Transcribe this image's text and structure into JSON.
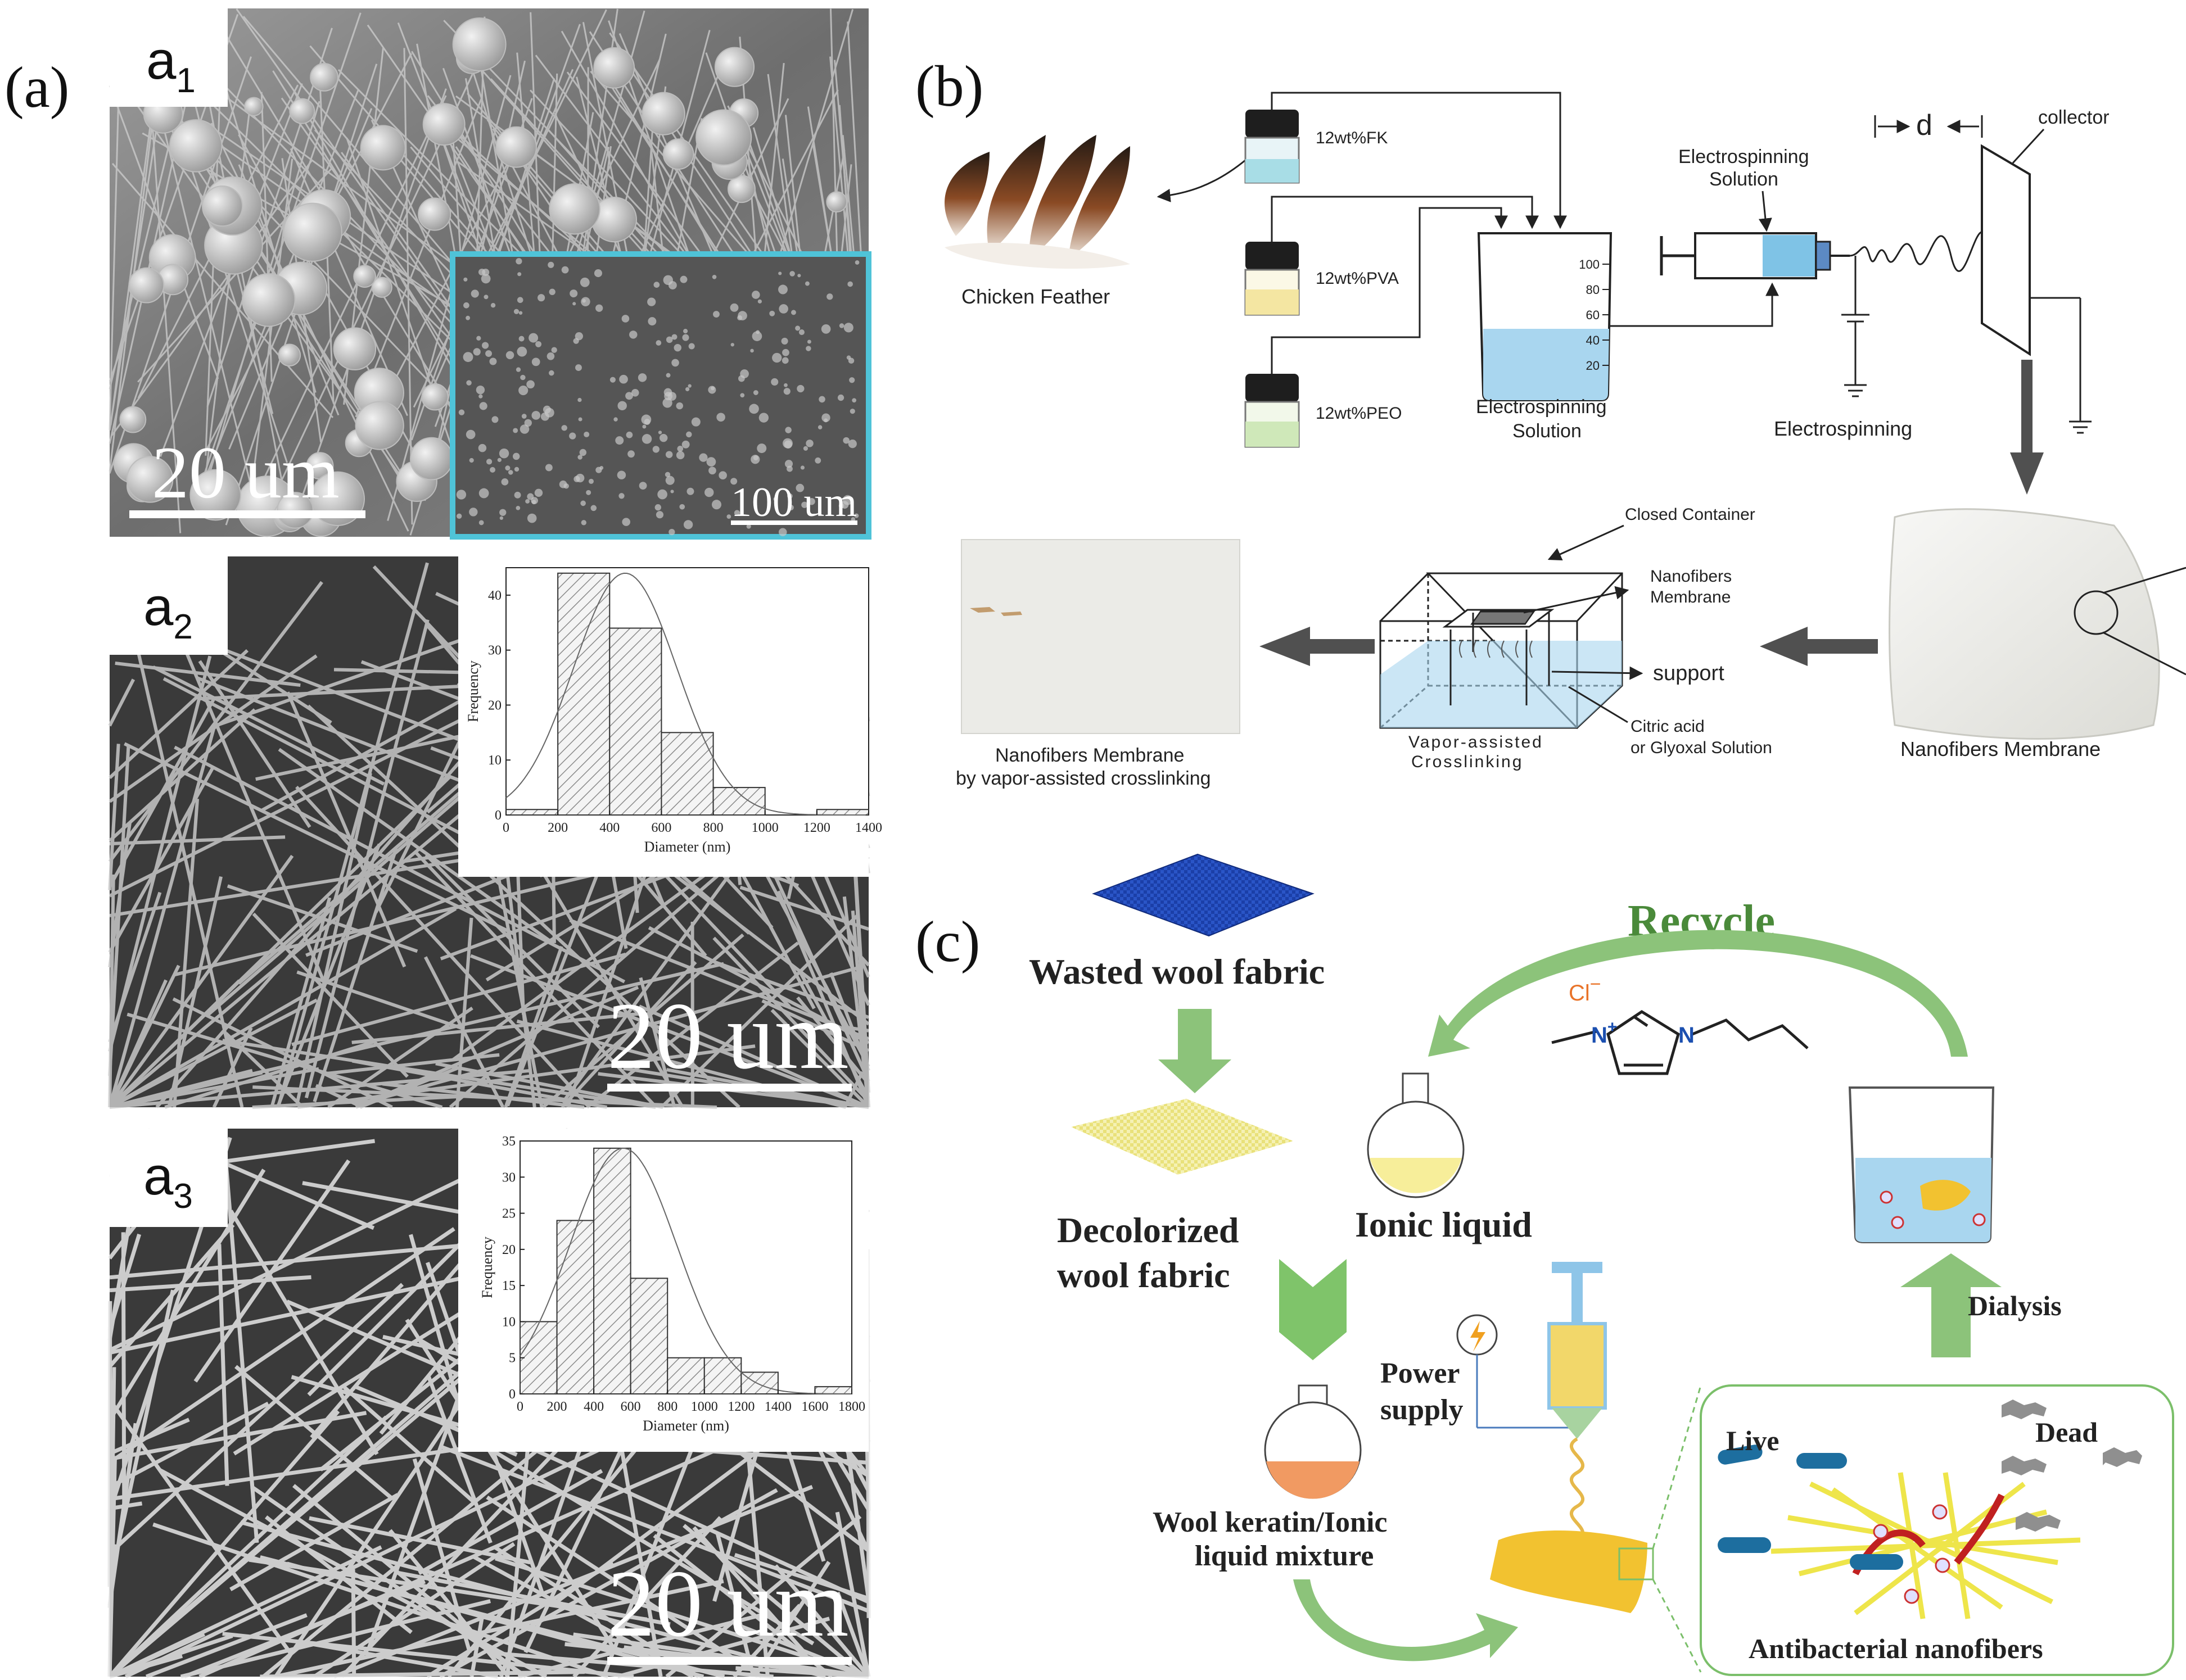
{
  "panel_a": {
    "label": "(a)",
    "a1": {
      "tag_main": "a",
      "tag_sub": "1",
      "scale_main": "20 um",
      "scale_inset": "100 um"
    },
    "a2": {
      "tag_main": "a",
      "tag_sub": "2",
      "scale": "20 um"
    },
    "a3": {
      "tag_main": "a",
      "tag_sub": "3",
      "scale": "20 um"
    }
  },
  "chart_data": [
    {
      "type": "bar",
      "panel": "a2",
      "xlabel": "Diameter (nm)",
      "ylabel": "Frequency",
      "bin_edges": [
        0,
        200,
        400,
        600,
        800,
        1000,
        1200,
        1400
      ],
      "values": [
        1,
        44,
        34,
        15,
        5,
        0,
        1
      ],
      "xlim": [
        0,
        1400
      ],
      "ylim": [
        0,
        45
      ],
      "xticks": [
        "0",
        "200",
        "400",
        "600",
        "800",
        "1000",
        "1200",
        "1400"
      ],
      "yticks": [
        "0",
        "10",
        "20",
        "30",
        "40"
      ],
      "fit": "normal curve, peak ~44 at ~460 nm"
    },
    {
      "type": "bar",
      "panel": "a3",
      "xlabel": "Diameter (nm)",
      "ylabel": "Frequency",
      "bin_edges": [
        0,
        200,
        400,
        600,
        800,
        1000,
        1200,
        1400,
        1600,
        1800
      ],
      "values": [
        10,
        24,
        34,
        16,
        5,
        5,
        3,
        0,
        1
      ],
      "xlim": [
        0,
        1800
      ],
      "ylim": [
        0,
        35
      ],
      "xticks": [
        "0",
        "200",
        "400",
        "600",
        "800",
        "1000",
        "1200",
        "1400",
        "1600",
        "1800"
      ],
      "yticks": [
        "0",
        "5",
        "10",
        "15",
        "20",
        "25",
        "30",
        "35"
      ],
      "fit": "normal curve, peak ~34 at ~560 nm"
    }
  ],
  "panel_b": {
    "label": "(b)",
    "vials": [
      "12wt%FK",
      "12wt%PVA",
      "12wt%PEO"
    ],
    "feather_label": "Chicken Feather",
    "beaker_label": [
      "Electrospinning",
      "Solution"
    ],
    "beaker_ticks": [
      "100",
      "80",
      "60",
      "40",
      "20"
    ],
    "syringe_label": [
      "Electrospinning",
      "Solution"
    ],
    "distance_label": "d",
    "collector_label": "collector",
    "process_label": "Electrospinning",
    "membrane_label": "Nanofibers Membrane",
    "container_label": "Closed Container",
    "inner_membrane_label": [
      "Nanofibers",
      "Membrane"
    ],
    "support_label": "support",
    "solution_label": [
      "Citric acid",
      "or Glyoxal Solution"
    ],
    "crosslink_label": [
      "Vapor-assisted",
      "Crosslinking"
    ],
    "final_label": [
      "Nanofibers Membrane",
      "by vapor-assisted crosslinking"
    ]
  },
  "panel_c": {
    "label": "(c)",
    "recycle": "Recycle",
    "wasted": "Wasted wool fabric",
    "decolorized": [
      "Decolorized",
      "wool fabric"
    ],
    "ionic_liquid": "Ionic liquid",
    "anion": "Cl",
    "anion_charge": "−",
    "cation_charge": "+",
    "n_label": "N",
    "power": [
      "Power",
      "supply"
    ],
    "dialysis": "Dialysis",
    "mixture": [
      "Wool keratin/Ionic",
      "liquid mixture"
    ],
    "live": "Live",
    "dead": "Dead",
    "antibacterial": "Antibacterial nanofibers"
  },
  "colors": {
    "sem_dark": "#2e2e2e",
    "sem_light": "#b9b9b9",
    "inset_border": "#4fc3d8",
    "arrow_gray": "#505050",
    "recycle_green": "#4a8a3a",
    "arrow_green": "#8cc37a",
    "liquid_blue": "#a9d6ef",
    "fabric_blue": "#1b3fa8",
    "fabric_yellow": "#f3ef9c",
    "nanofiber_yellow": "#f2c230",
    "bacteria_blue": "#1d6e9f",
    "dead_gray": "#8f8f8f",
    "flask_orange": "#f19a62",
    "box_border": "#7bbf6a"
  }
}
